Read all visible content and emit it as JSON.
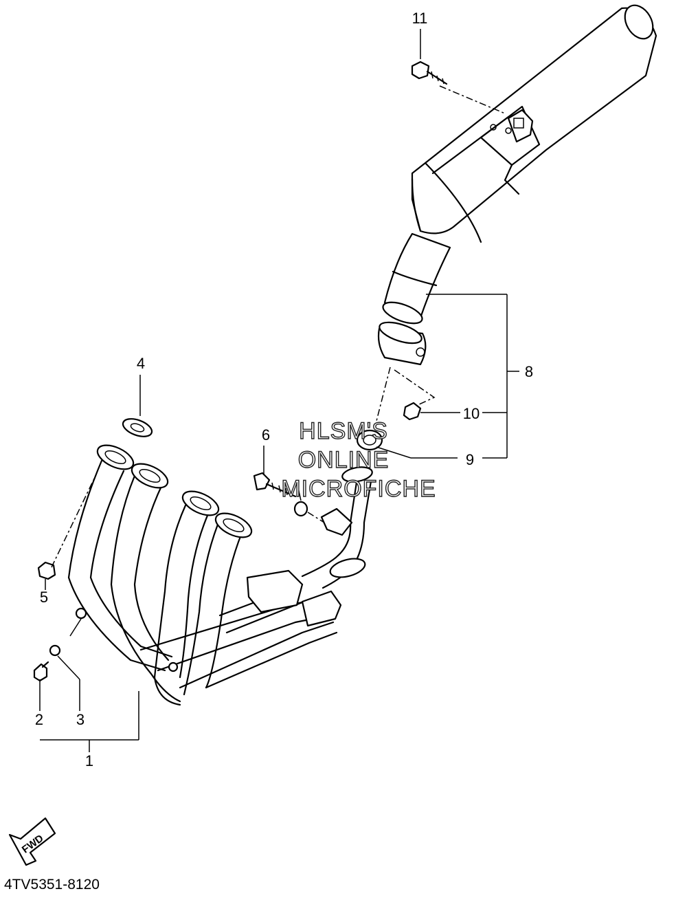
{
  "diagram": {
    "part_code": "4TV5351-8120",
    "fwd_label": "FWD",
    "watermark": [
      "HLSM'S",
      "ONLINE",
      "MICROFICHE"
    ],
    "callouts": [
      "1",
      "2",
      "3",
      "4",
      "5",
      "6",
      "8",
      "9",
      "10",
      "11"
    ]
  }
}
